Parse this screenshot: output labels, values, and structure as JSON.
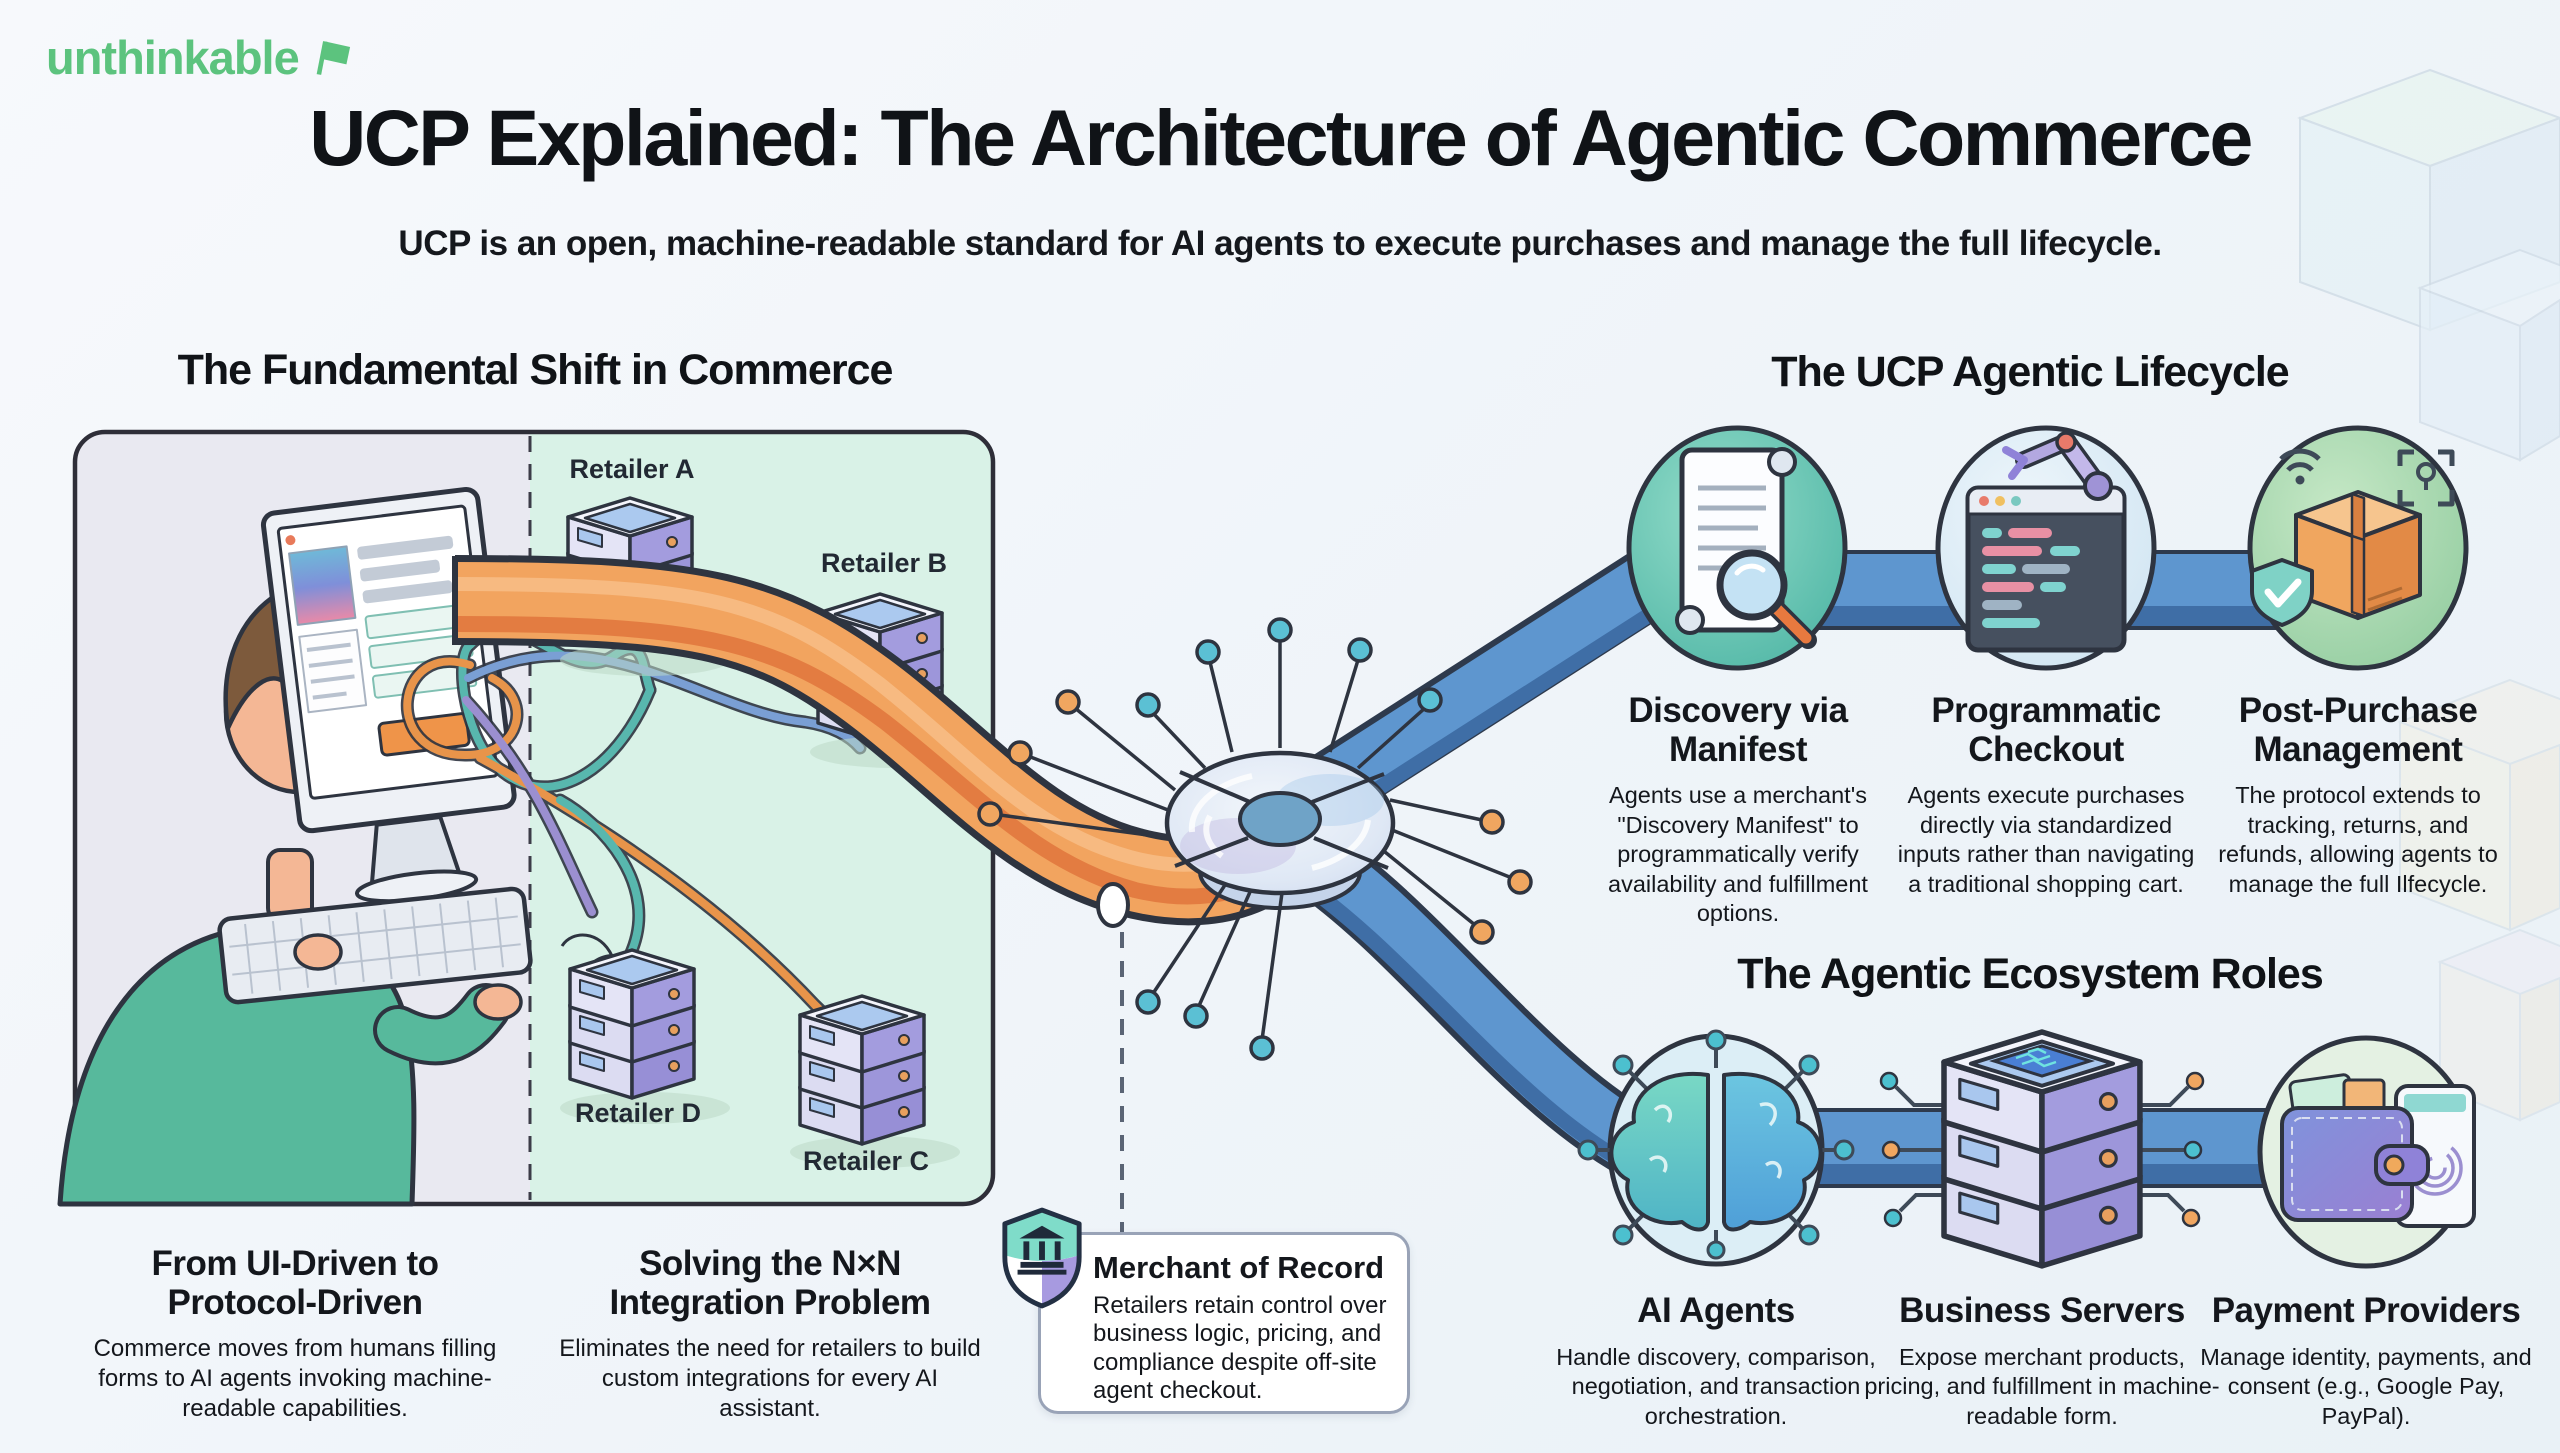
{
  "brand": {
    "logo_text": "unthinkable",
    "logo_color": "#5cc37e"
  },
  "header": {
    "title": "UCP Explained: The Architecture of Agentic Commerce",
    "subtitle": "UCP is an open, machine-readable standard for AI agents to execute purchases and manage the full lifecycle."
  },
  "shift": {
    "heading": "The Fundamental Shift in Commerce",
    "retailers": [
      "Retailer A",
      "Retailer B",
      "Retailer C",
      "Retailer D"
    ],
    "notes": [
      {
        "title": "From UI-Driven to Protocol-Driven",
        "description": "Commerce moves from humans filling forms to AI agents invoking machine-readable capabilities."
      },
      {
        "title": "Solving the N×N Integration Problem",
        "description": "Eliminates the need for retailers to build custom integrations for every AI assistant."
      }
    ]
  },
  "lifecycle": {
    "heading": "The UCP Agentic Lifecycle",
    "steps": [
      {
        "title": "Discovery via Manifest",
        "description": "Agents use a merchant's \"Discovery Manifest\" to programmatically verify availability and fulfillment options.",
        "icon": "manifest-search-icon"
      },
      {
        "title": "Programmatic Checkout",
        "description": "Agents execute purchases directly via standardized inputs rather than navigating a traditional shopping cart.",
        "icon": "robot-arm-checkout-icon"
      },
      {
        "title": "Post-Purchase Management",
        "description": "The protocol extends to tracking, returns, and refunds, allowing agents to manage the full Ilfecycle.",
        "icon": "package-tracking-icon"
      }
    ]
  },
  "ecosystem": {
    "heading": "The Agentic Ecosystem Roles",
    "roles": [
      {
        "title": "AI Agents",
        "description": "Handle discovery, comparison, negotiation, and transaction orchestration.",
        "icon": "brain-circuit-icon"
      },
      {
        "title": "Business Servers",
        "description": "Expose merchant products, pricing, and fulfillment in machine-readable form.",
        "icon": "server-stack-icon"
      },
      {
        "title": "Payment Providers",
        "description": "Manage identity, payments, and consent (e.g., Google Pay, PayPal).",
        "icon": "wallet-payment-icon"
      }
    ]
  },
  "callout": {
    "title": "Merchant of Record",
    "description": "Retailers retain control over business logic, pricing, and compliance despite off-site agent checkout.",
    "icon": "shield-bank-icon"
  },
  "colors": {
    "brand_green": "#5cc37e",
    "pipe_orange": "#f2a45f",
    "ribbon_blue": "#5e96cf",
    "panel_left": "#e9e9f1",
    "panel_mint": "#d9f2e7",
    "ink": "#14171c"
  }
}
